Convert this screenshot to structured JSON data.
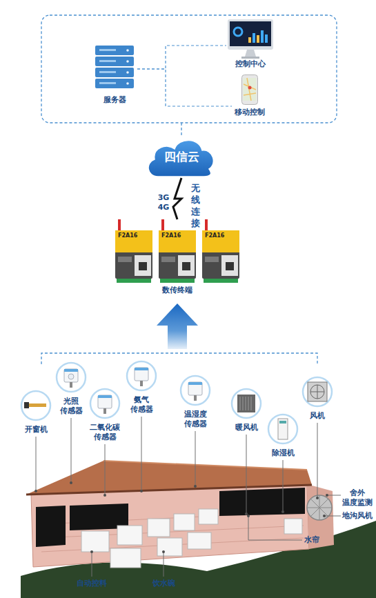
{
  "diagram": {
    "nodes": [
      {
        "text": [
          "服务器"
        ]
      },
      {
        "text": [
          "控制中心"
        ]
      },
      {
        "text": [
          "移动控制"
        ]
      },
      {
        "text": [
          "四信云"
        ]
      },
      {
        "text": [
          "F2A16"
        ]
      },
      {
        "text": [
          "F2A16"
        ]
      },
      {
        "text": [
          "F2A16"
        ]
      },
      {
        "text": [
          "开窗机"
        ]
      },
      {
        "text": [
          "光照 传感器"
        ]
      },
      {
        "text": [
          "二氧化碳 传感器"
        ]
      },
      {
        "text": [
          "氨气 传感器"
        ]
      },
      {
        "text": [
          "温湿度 传感器"
        ]
      },
      {
        "text": [
          "暖风机"
        ]
      },
      {
        "text": [
          "除湿机"
        ]
      },
      {
        "text": [
          "风机"
        ]
      }
    ],
    "edges": [
      {
        "from": 0,
        "to": 1,
        "arrow": "none"
      },
      {
        "from": 0,
        "to": 2,
        "arrow": "none"
      },
      {
        "from": 5,
        "to": 3,
        "arrow": "none",
        "label": "无 线 连 接"
      }
    ],
    "labels": [
      "3G 4G",
      "数传终端",
      "舍外 温度监测",
      "地沟风机",
      "水帘",
      "自动控料",
      "饮水碗"
    ]
  }
}
